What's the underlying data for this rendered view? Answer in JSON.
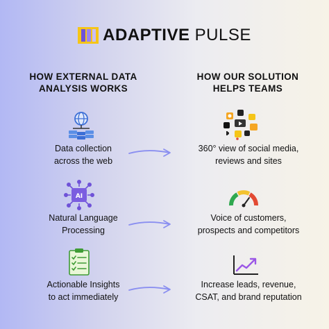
{
  "brand": {
    "name_bold": "ADAPTIVE",
    "name_light": "PULSE"
  },
  "columns": {
    "left_heading": "HOW EXTERNAL DATA\nANALYSIS WORKS",
    "right_heading": "HOW OUR SOLUTION\nHELPS TEAMS"
  },
  "rows": [
    {
      "left_icon": "database-globe-icon",
      "left_text": "Data collection\nacross the web",
      "right_icon": "social-media-cluster-icon",
      "right_text": "360° view of social media,\nreviews and sites"
    },
    {
      "left_icon": "ai-chip-icon",
      "left_text": "Natural Language\nProcessing",
      "right_icon": "sentiment-gauge-icon",
      "right_text": "Voice of customers,\nprospects and competitors"
    },
    {
      "left_icon": "checklist-icon",
      "left_text": "Actionable Insights\nto act immediately",
      "right_icon": "growth-chart-icon",
      "right_text": "Increase leads, revenue,\nCSAT, and brand reputation"
    }
  ],
  "colors": {
    "arrow": "#8a8ff0",
    "accent_purple": "#6f52d8",
    "accent_blue": "#4a86e8",
    "gauge_green": "#2fa84f",
    "gauge_yellow": "#f2c230",
    "gauge_red": "#e24a33"
  }
}
